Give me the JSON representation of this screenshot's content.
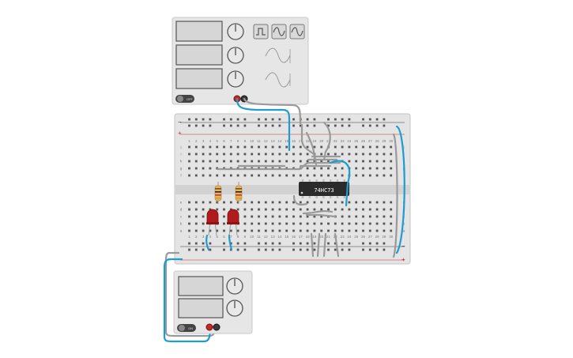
{
  "function_generator": {
    "power_switch_label": "OFF",
    "waveforms": [
      "square",
      "sine",
      "triangle"
    ]
  },
  "power_supply": {
    "power_switch_label": "ON"
  },
  "breadboard": {
    "rail_minus": "−",
    "rail_plus": "+",
    "rows_top": [
      "j",
      "i",
      "h",
      "g",
      "f"
    ],
    "rows_bottom": [
      "e",
      "d",
      "c",
      "b",
      "a"
    ],
    "columns": [
      "1",
      "2",
      "3",
      "4",
      "5",
      "6",
      "7",
      "8",
      "9",
      "10",
      "11",
      "12",
      "13",
      "14",
      "15",
      "16",
      "17",
      "18",
      "19",
      "20",
      "21",
      "22",
      "23",
      "24",
      "25",
      "26",
      "27",
      "28",
      "29",
      "30"
    ]
  },
  "chip": {
    "label": "74HC73"
  },
  "colors": {
    "wire_blue": "#1e9bd0",
    "wire_gray": "#9a9a9a",
    "led_red": "#b01c1c",
    "probe_red": "#c62828",
    "chip_body": "#2b2b2b"
  }
}
